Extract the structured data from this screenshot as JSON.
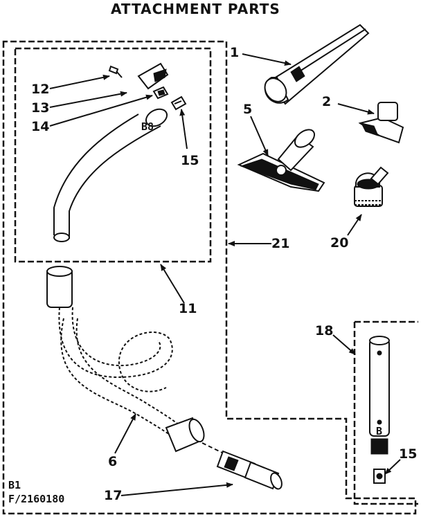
{
  "title": "ATTACHMENT PARTS",
  "footer": {
    "line1": "B1",
    "line2": "F/2160180"
  },
  "callouts": {
    "p1": "1",
    "p2": "2",
    "p5": "5",
    "p6": "6",
    "p11": "11",
    "p12": "12",
    "p13": "13",
    "p14": "14",
    "p15a": "15",
    "p15b": "15",
    "p17": "17",
    "p18": "18",
    "p20": "20",
    "p21": "21"
  }
}
